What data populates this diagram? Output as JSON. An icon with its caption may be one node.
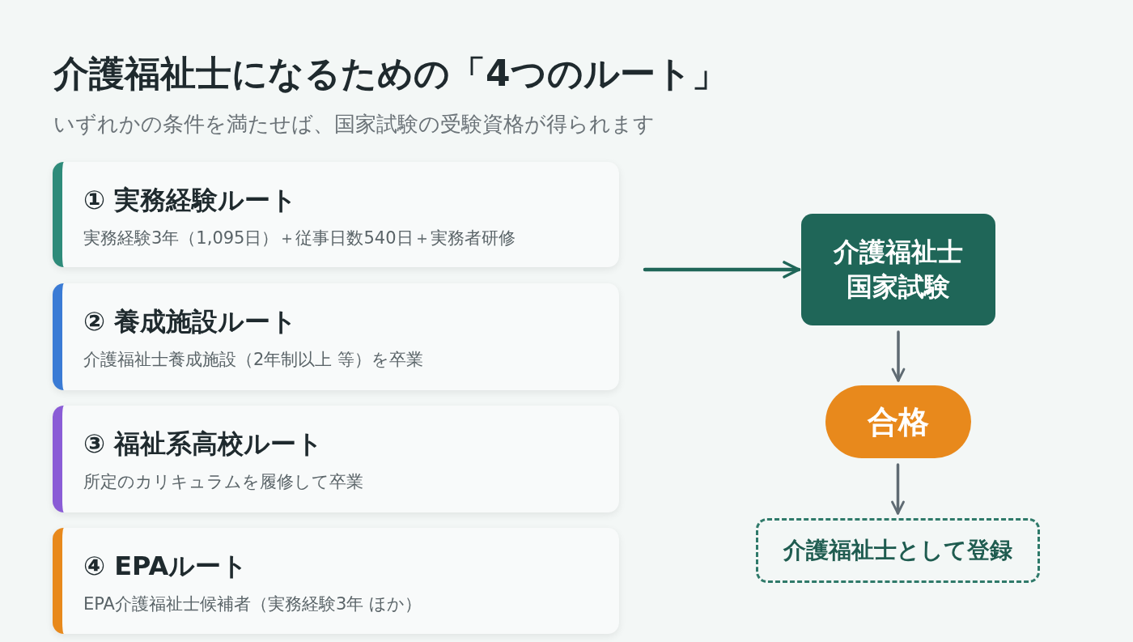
{
  "diagram": {
    "title": "介護福祉士になるための「4つのルート」",
    "nodes": [
      {
        "text": [
          "① 実務経験ルート",
          "実務経験3年（1,095日）＋従事日数540日＋実務者研修"
        ]
      },
      {
        "text": [
          "② 養成施設ルート",
          "介護福祉士養成施設（2年制以上 等）を卒業"
        ]
      },
      {
        "text": [
          "③ 福祉系高校ルート",
          "所定のカリキュラムを履修して卒業"
        ]
      },
      {
        "text": [
          "④ EPAルート",
          "EPA介護福祉士候補者（実務経験3年 ほか）"
        ]
      },
      {
        "text": [
          "介護福祉士国家試験"
        ]
      },
      {
        "text": [
          "合格"
        ]
      },
      {
        "text": [
          "介護福祉士として登録"
        ]
      }
    ],
    "edges": [
      {
        "from": null,
        "to": 4,
        "arrow": "to",
        "color": "#1f6658"
      },
      {
        "from": 4,
        "to": 5,
        "arrow": "to"
      },
      {
        "from": 5,
        "to": 6,
        "arrow": "to"
      }
    ],
    "labels": [
      "いずれかの条件を満たせば、国家試験の受験資格が得られます"
    ]
  }
}
